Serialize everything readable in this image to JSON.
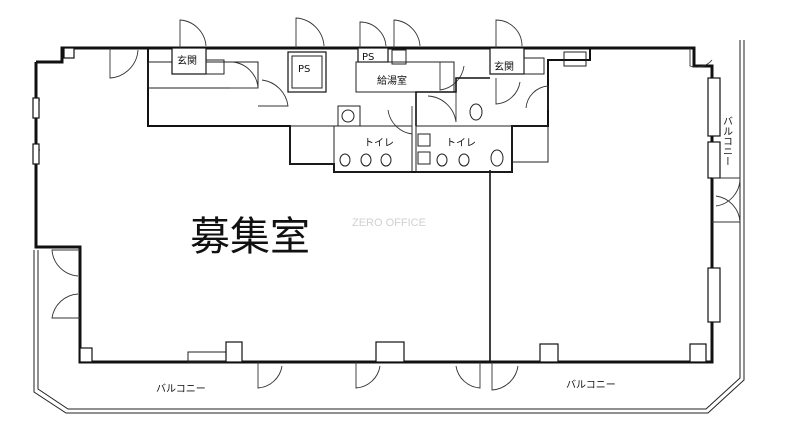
{
  "labels": {
    "main_room": "募集室",
    "watermark": "ZERO OFFICE",
    "entrance_left": "玄関",
    "entrance_right": "玄関",
    "ps_left": "PS",
    "ps_center": "PS",
    "kitchenette": "給湯室",
    "toilet_left": "トイレ",
    "toilet_right": "トイレ",
    "balcony_bottom_left": "バルコニー",
    "balcony_bottom_right": "バルコニー",
    "balcony_right": "バルコニー"
  }
}
